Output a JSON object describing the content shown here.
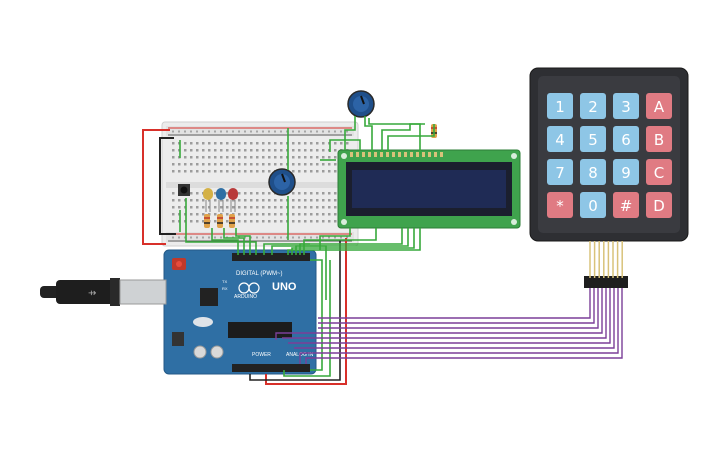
{
  "arduino": {
    "brand": "ARDUINO",
    "model": "UNO",
    "digital_label": "DIGITAL (PWM~)",
    "power_label": "POWER",
    "analog_label": "ANALOG IN",
    "tx_label": "TX",
    "rx_label": "RX"
  },
  "keypad": {
    "rows": [
      [
        "1",
        "2",
        "3",
        "A"
      ],
      [
        "4",
        "5",
        "6",
        "B"
      ],
      [
        "7",
        "8",
        "9",
        "C"
      ],
      [
        "*",
        "0",
        "#",
        "D"
      ]
    ],
    "colors": {
      "digit": "#8ec6e6",
      "letter": "#e07b83",
      "star_hash": "#e07b83",
      "body": "#2e2f33"
    }
  },
  "lcd": {
    "rows": 2,
    "cols": 16,
    "board_color": "#3fa34d",
    "screen_color": "#1f2b55"
  },
  "leds": [
    "yellow",
    "blue",
    "red"
  ],
  "colors": {
    "wire_green": "#37a93b",
    "wire_purple": "#7b3f98",
    "wire_red": "#d8302a",
    "wire_black": "#222222",
    "arduino_body": "#2f6fa4",
    "breadboard": "#e9e9e9"
  }
}
